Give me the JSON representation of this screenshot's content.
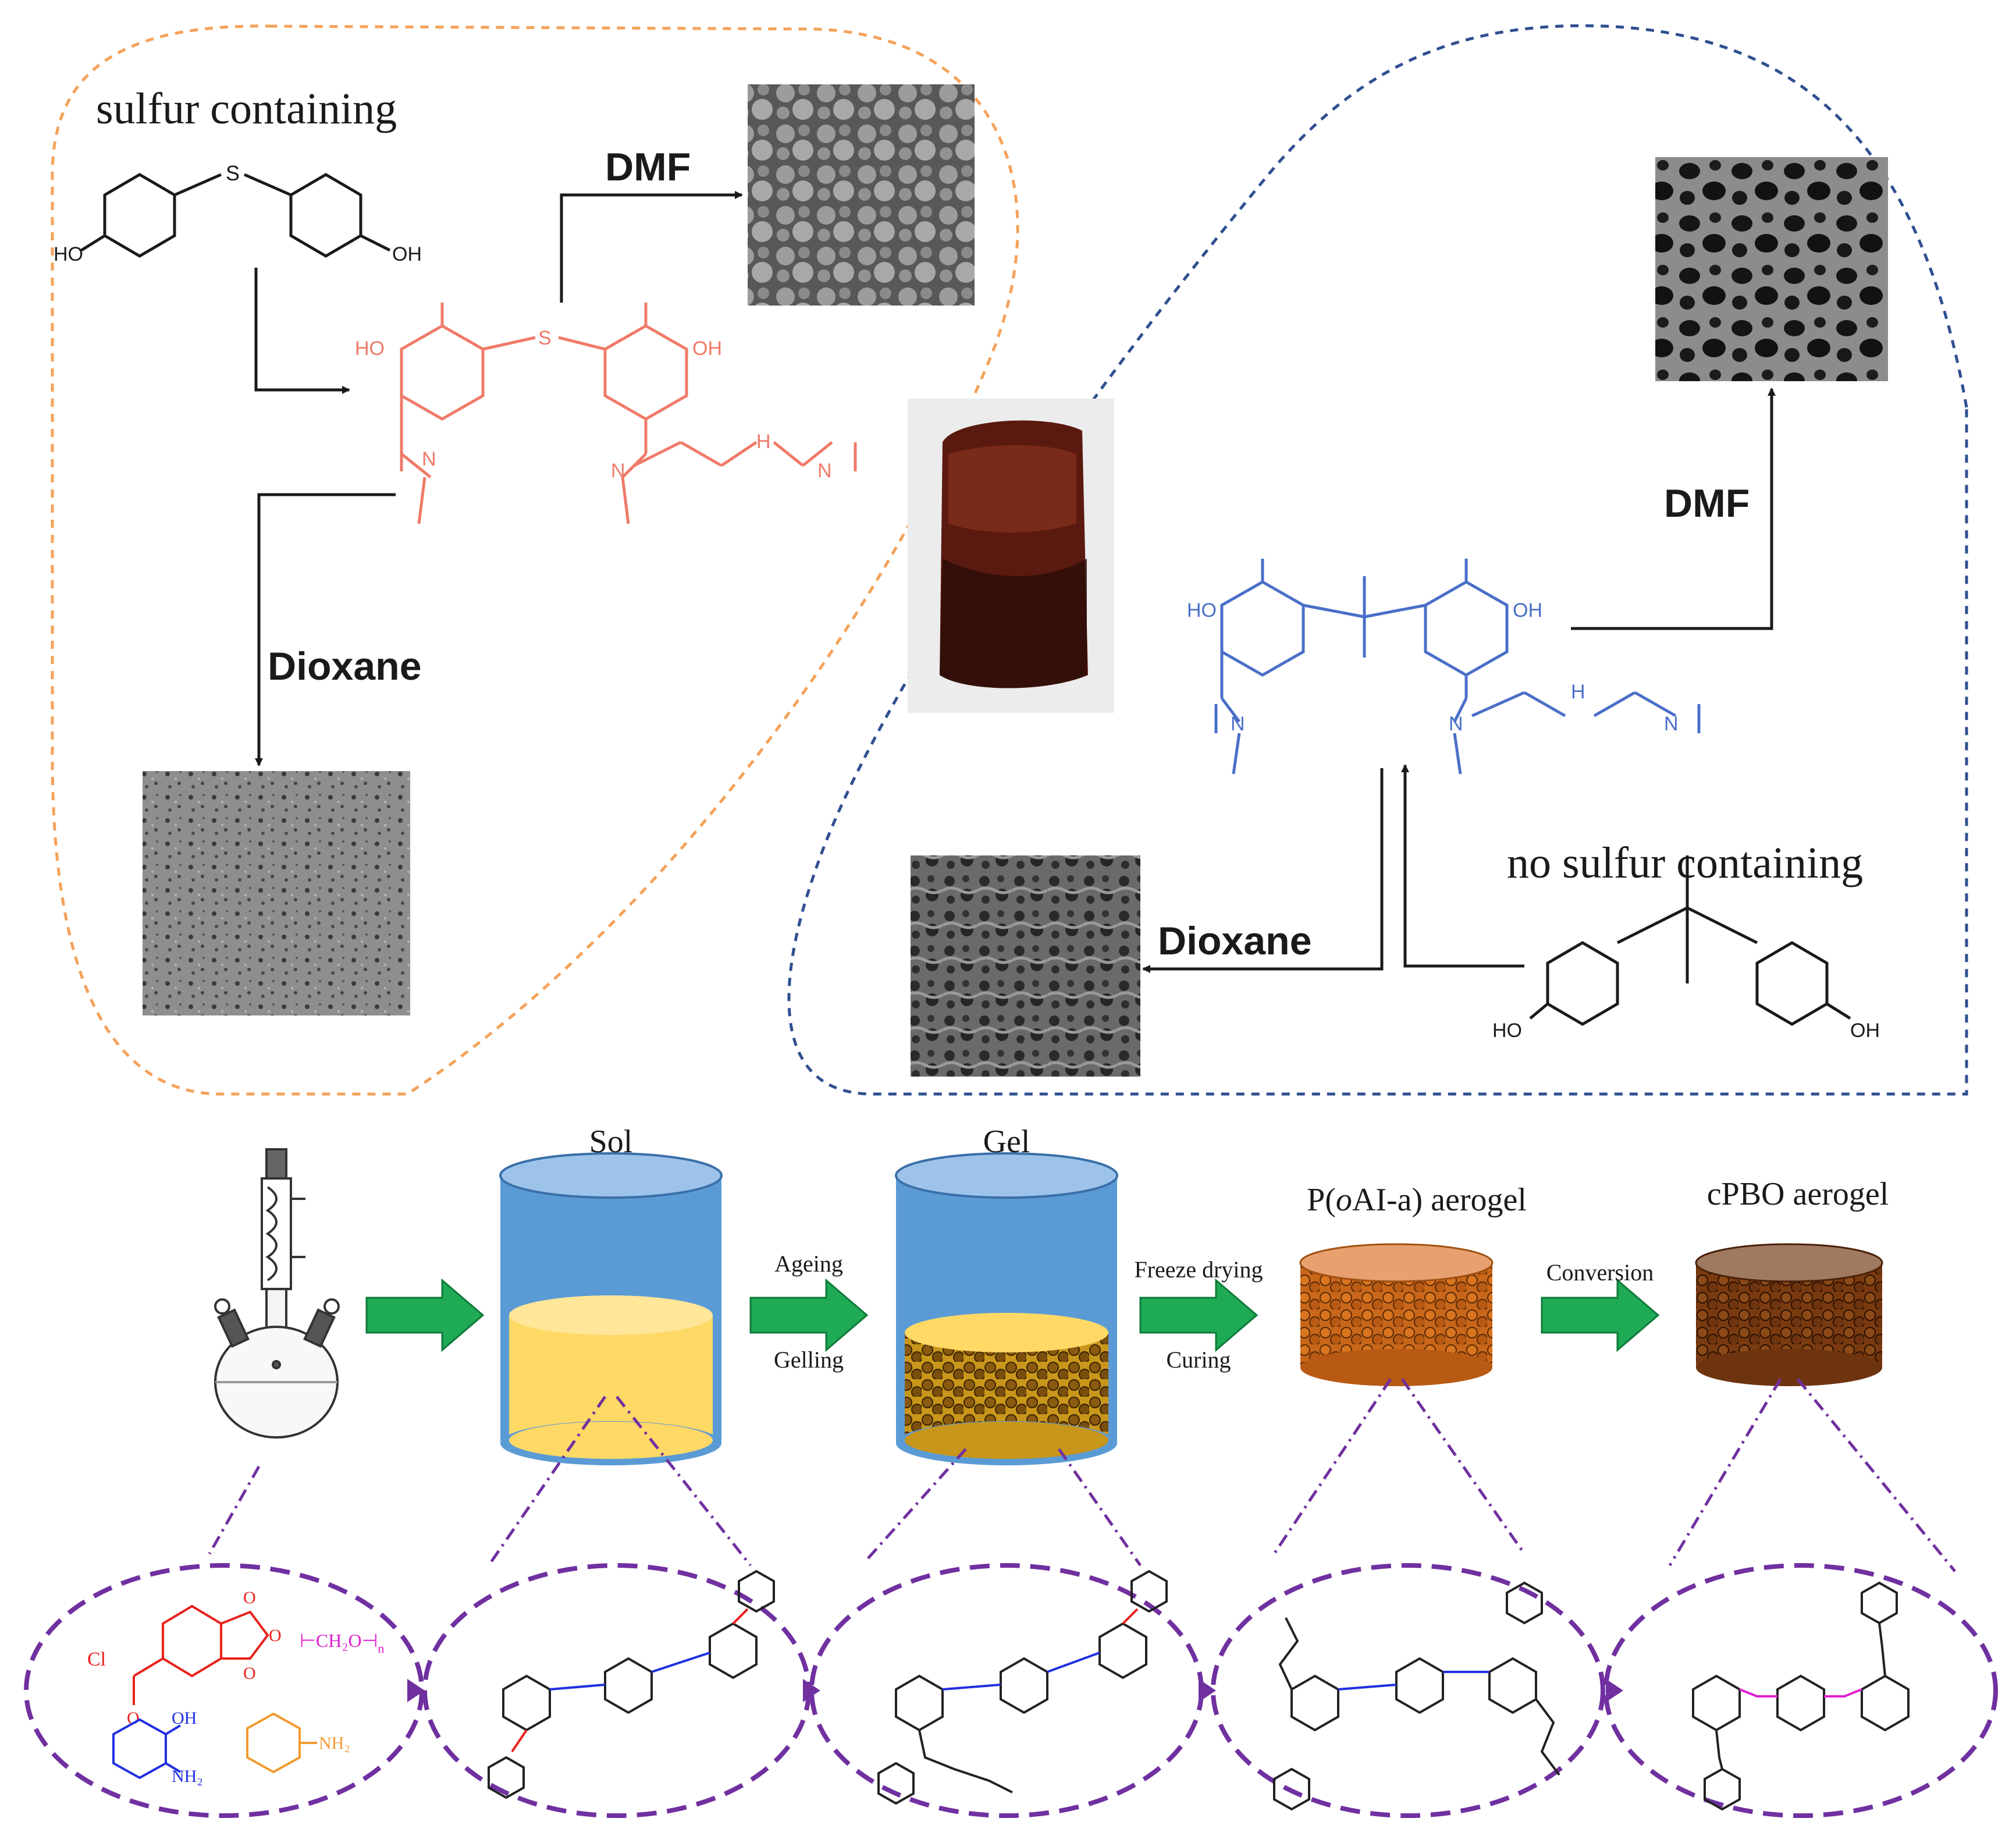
{
  "top_panel": {
    "left_title": "sulfur containing",
    "right_title": "no sulfur containing",
    "solvent_dmf_left": "DMF",
    "solvent_dioxane_left": "Dioxane",
    "solvent_dmf_right": "DMF",
    "solvent_dioxane_right": "Dioxane",
    "atoms": {
      "S": "S",
      "HO": "HO",
      "OH": "OH",
      "N": "N",
      "H": "H",
      "NH": "N"
    },
    "colors": {
      "sulfur_polymer": "#f07a68",
      "nosulfur_polymer": "#4a6fc8",
      "orange_boundary": "#f5a25a",
      "blue_boundary": "#2f4f8f",
      "black": "#1a1a1a"
    }
  },
  "bottom_panel": {
    "stages": [
      {
        "label": ""
      },
      {
        "label": "Sol"
      },
      {
        "label": "Gel"
      },
      {
        "label": "P(oAI-a) aerogel",
        "prefix": "P(",
        "italic": "o",
        "suffix": "AI-a) aerogel"
      },
      {
        "label": "cPBO aerogel"
      }
    ],
    "arrows": [
      {
        "top": "",
        "bottom": ""
      },
      {
        "top": "Ageing",
        "bottom": "Gelling"
      },
      {
        "top": "Freeze drying",
        "bottom": "Curing"
      },
      {
        "top": "Conversion",
        "bottom": ""
      }
    ],
    "reagents": {
      "cl": "Cl",
      "o": "O",
      "ch2o": "CH₂O",
      "n_sub": "n",
      "oh": "OH",
      "nh2": "NH₂",
      "nh2_orange": "NH₂"
    },
    "colors": {
      "arrow_green": "#1faa55",
      "sol_blue": "#5b9bd5",
      "sol_yellow": "#ffd966",
      "aerogel_orange": "#c8661a",
      "cpbo_brown": "#7a3a10",
      "purple": "#7030a0",
      "red": "#e8221c",
      "magenta": "#e01fd0",
      "blue": "#2030e0",
      "orange": "#f29a30"
    }
  }
}
